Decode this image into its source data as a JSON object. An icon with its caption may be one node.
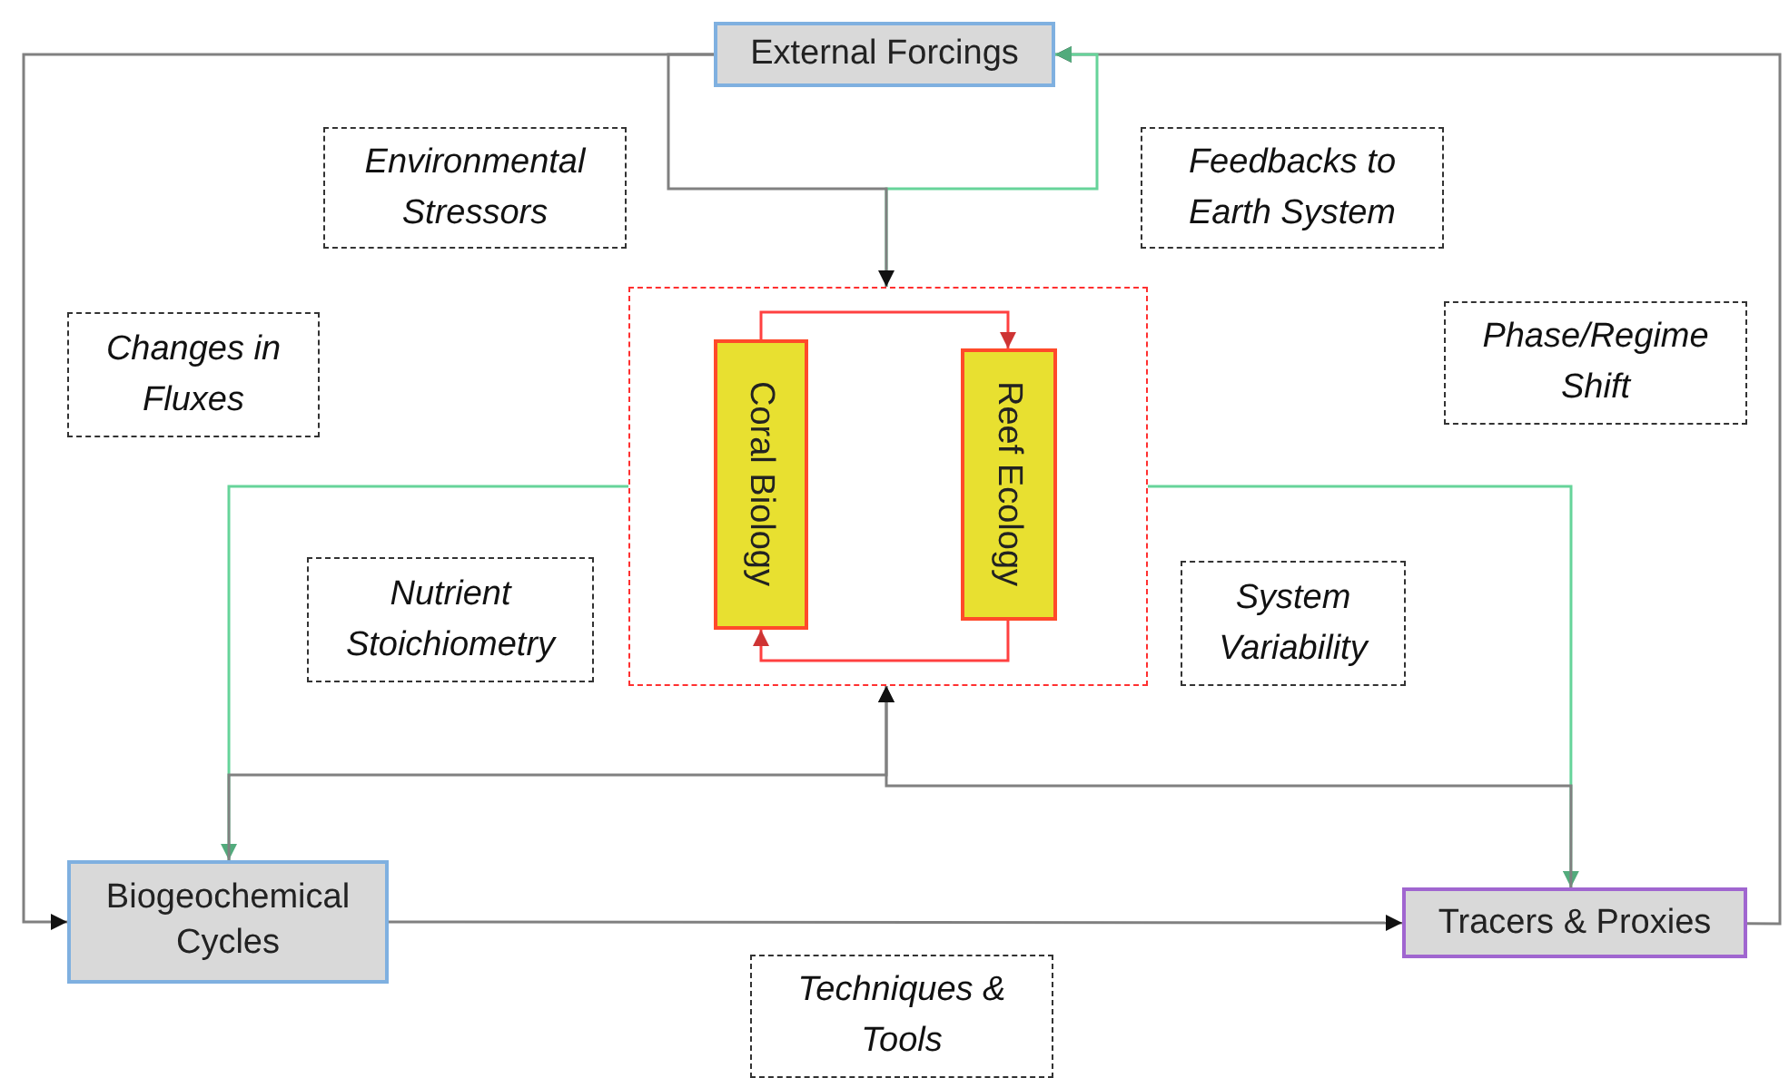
{
  "diagram": {
    "nodes": [
      {
        "text": [
          "External Forcings"
        ]
      },
      {
        "text": [
          "Environmental Stressors"
        ]
      },
      {
        "text": [
          "Feedbacks to Earth System"
        ]
      },
      {
        "text": [
          "Changes in Fluxes"
        ]
      },
      {
        "text": [
          "Phase/Regime Shift"
        ]
      },
      {
        "text": [],
        "shape": "box"
      },
      {
        "text": [
          "Coral Biology"
        ],
        "in": 5
      },
      {
        "text": [
          "Reef Ecology"
        ],
        "in": 5
      },
      {
        "text": [
          "Nutrient Stoichiometry"
        ]
      },
      {
        "text": [
          "System Variability"
        ]
      },
      {
        "text": [
          "Biogeochemical Cycles"
        ]
      },
      {
        "text": [
          "Tracers & Proxies"
        ]
      },
      {
        "text": [
          "Techniques & Tools"
        ]
      }
    ],
    "edges": [
      {
        "from": 0,
        "to": 10,
        "arrow": "to"
      },
      {
        "from": 11,
        "to": 0,
        "arrow": "to"
      },
      {
        "from": 5,
        "to": 0,
        "arrow": "to",
        "color": "#66d49a"
      },
      {
        "from": 0,
        "to": 5,
        "arrow": "to"
      },
      {
        "from": 6,
        "to": 7,
        "arrow": "to",
        "color": "#ff4040"
      },
      {
        "from": 7,
        "to": 6,
        "arrow": "to",
        "color": "#ff4040"
      },
      {
        "from": 5,
        "to": 10,
        "arrow": "to",
        "color": "#66d49a"
      },
      {
        "from": 5,
        "to": 11,
        "arrow": "to",
        "color": "#66d49a"
      },
      {
        "from": 10,
        "to": 5,
        "arrow": "to"
      },
      {
        "from": 11,
        "to": 5,
        "arrow": "to"
      },
      {
        "from": 10,
        "to": 11,
        "arrow": "to"
      }
    ]
  }
}
